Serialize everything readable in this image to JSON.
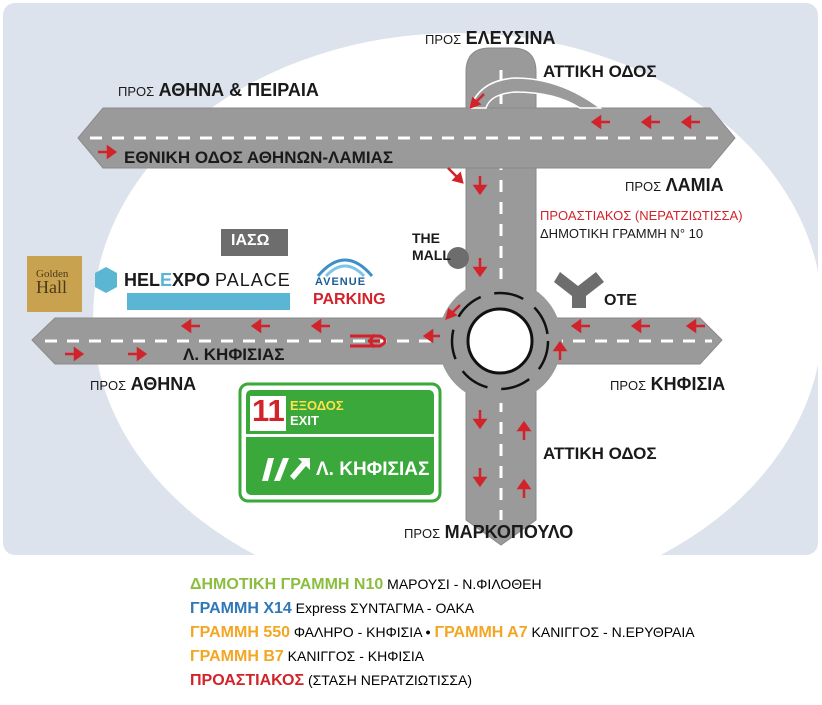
{
  "map": {
    "directions": {
      "top": {
        "prefix": "ΠΡΟΣ",
        "name": "ΕΛΕΥΣΙΝΑ"
      },
      "athens_piraeus": {
        "prefix": "ΠΡΟΣ",
        "name": "ΑΘΗΝΑ & ΠΕΙΡΑΙΑ"
      },
      "lamia": {
        "prefix": "ΠΡΟΣ",
        "name": "ΛΑΜΙΑ"
      },
      "athens": {
        "prefix": "ΠΡΟΣ",
        "name": "ΑΘΗΝΑ"
      },
      "kifisia": {
        "prefix": "ΠΡΟΣ",
        "name": "ΚΗΦΙΣΙΑ"
      },
      "markopoulo": {
        "prefix": "ΠΡΟΣ",
        "name": "ΜΑΡΚΟΠΟΥΛΟ"
      }
    },
    "roads": {
      "attiki_top": "ΑΤΤΙΚΗ ΟΔΟΣ",
      "attiki_bottom": "ΑΤΤΙΚΗ ΟΔΟΣ",
      "national": "ΕΘΝΙΚΗ ΟΔΟΣ ΑΘΗΝΩΝ-ΛΑΜΙΑΣ",
      "kifisias": "Λ. ΚΗΦΙΣΙΑΣ"
    },
    "transit_label": {
      "line1": "ΠΡΟΑΣΤΙΑΚΟΣ (ΝΕΡΑΤΖΙΩΤΙΣΣΑ)",
      "line2": "ΔΗΜΟΤΙΚΗ ΓΡΑΜΜΗ Ν° 10"
    },
    "landmarks": {
      "the_mall_1": "THE",
      "the_mall_2": "MALL",
      "ote": "OTE",
      "iaso": "ΙΑΣΩ",
      "golden_hall_1": "Golden",
      "golden_hall_2": "Hall",
      "helexpo_hel": "HEL",
      "helexpo_ex": "E",
      "helexpo_po": "XPO",
      "helexpo_palace": "PALACE",
      "avenue": "AVENUE",
      "parking": "PARKING"
    },
    "exit_sign": {
      "number": "11",
      "exodos": "ΕΞΟΔΟΣ",
      "exit": "EXIT",
      "destination": "Λ. ΚΗΦΙΣΙΑΣ"
    },
    "colors": {
      "background": "#dde3ec",
      "road": "#9a9a9a",
      "arrow": "#d2232a",
      "exit_sign": "#3aa83a",
      "mall": "#6d6d6d",
      "gold": "#c9a24f",
      "helexpo_blue": "#5bb6d3"
    }
  },
  "legend": [
    {
      "key": "ΔΗΜΟΤΙΚΗ ΓΡΑΜΜΗ Ν10",
      "key_color": "#8bbe3f",
      "text": "ΜΑΡΟΥΣΙ - Ν.ΦΙΛΟΘΕΗ"
    },
    {
      "key": "ΓΡΑΜΜΗ Χ14",
      "key_color": "#2f78b8",
      "text": "Express ΣΥΝΤΑΓΜΑ - ΟΑΚΑ"
    },
    {
      "key": "ΓΡΑΜΜΗ 550",
      "key_color": "#f2a623",
      "text": "ΦΑΛΗΡΟ - ΚΗΦΙΣΙΑ",
      "separator": "•",
      "key2": "ΓΡΑΜΜΗ Α7",
      "text2": "ΚΑΝΙΓΓΟΣ - Ν.ΕΡΥΘΡΑΙΑ"
    },
    {
      "key": "ΓΡΑΜΜΗ Β7",
      "key_color": "#f2a623",
      "text": "ΚΑΝΙΓΓΟΣ - ΚΗΦΙΣΙΑ"
    },
    {
      "key": "ΠΡΟΑΣΤΙΑΚΟΣ",
      "key_color": "#d2232a",
      "text": "(ΣΤΑΣΗ ΝΕΡΑΤΖΙΩΤΙΣΣΑ)"
    }
  ]
}
